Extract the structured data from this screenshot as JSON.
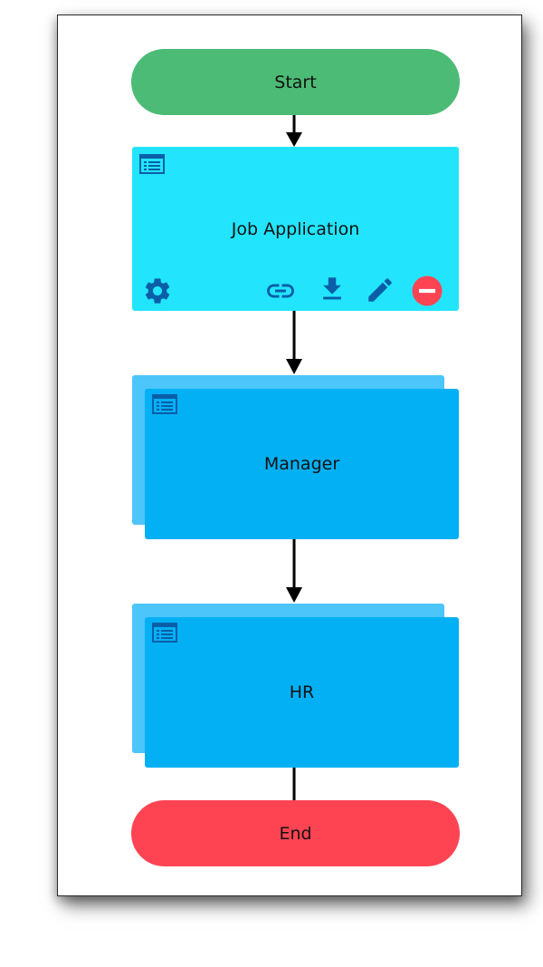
{
  "colors": {
    "start": "#4cbb75",
    "end": "#fe4453",
    "form_task": "#22e5fd",
    "user_task_front": "#03b0f4",
    "user_task_back": "#4cc5fb",
    "icon_dark": "#0a5ea8",
    "delete": "#fe4453",
    "connector": "#000000"
  },
  "nodes": {
    "start": {
      "label": "Start"
    },
    "job_application": {
      "label": "Job Application",
      "icon": "form-icon",
      "actions": [
        "gear-icon",
        "link-icon",
        "download-icon",
        "edit-icon",
        "delete-icon"
      ]
    },
    "manager": {
      "label": "Manager",
      "icon": "form-icon"
    },
    "hr": {
      "label": "HR",
      "icon": "form-icon"
    },
    "end": {
      "label": "End"
    }
  }
}
